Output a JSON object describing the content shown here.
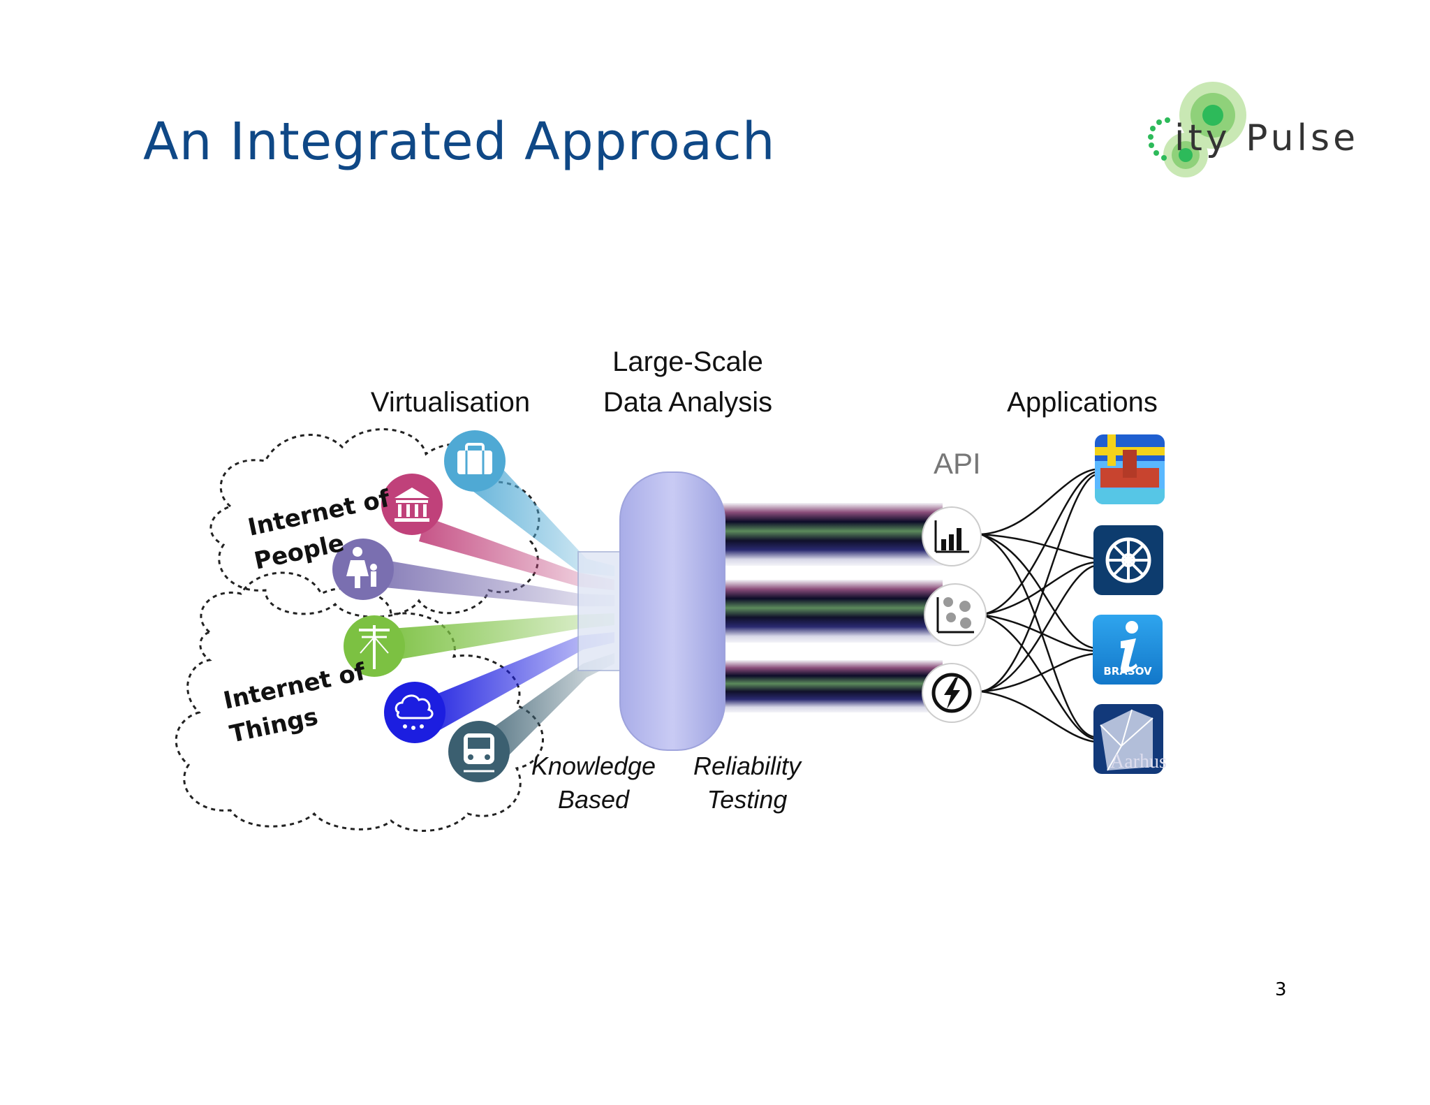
{
  "slide": {
    "title": "An Integrated Approach",
    "page_number": "3"
  },
  "logo": {
    "text": "ity Pulse",
    "accent_color": "#2dba5a"
  },
  "headings": {
    "virtualisation": "Virtualisation",
    "analysis_line1": "Large-Scale",
    "analysis_line2": "Data Analysis",
    "applications": "Applications",
    "api": "API"
  },
  "clouds": {
    "people_line1": "Internet of",
    "people_line2": "People",
    "things_line1": "Internet of",
    "things_line2": "Things"
  },
  "captions": {
    "knowledge_line1": "Knowledge",
    "knowledge_line2": "Based",
    "reliability_line1": "Reliability",
    "reliability_line2": "Testing"
  },
  "sources": [
    {
      "icon": "briefcase-icon",
      "color": "#4fa9d4"
    },
    {
      "icon": "museum-icon",
      "color": "#c0417a"
    },
    {
      "icon": "family-icon",
      "color": "#7a6fb0"
    },
    {
      "icon": "power-pole-icon",
      "color": "#7cc142"
    },
    {
      "icon": "weather-rain-icon",
      "color": "#1c1ee0"
    },
    {
      "icon": "train-icon",
      "color": "#3b5f70"
    }
  ],
  "api_icons": [
    "bar-chart-icon",
    "fingerprint-scatter-icon",
    "lightning-icon"
  ],
  "applications": {
    "brasov_label": "BRASOV",
    "aarhus_label": "Aarhus"
  }
}
